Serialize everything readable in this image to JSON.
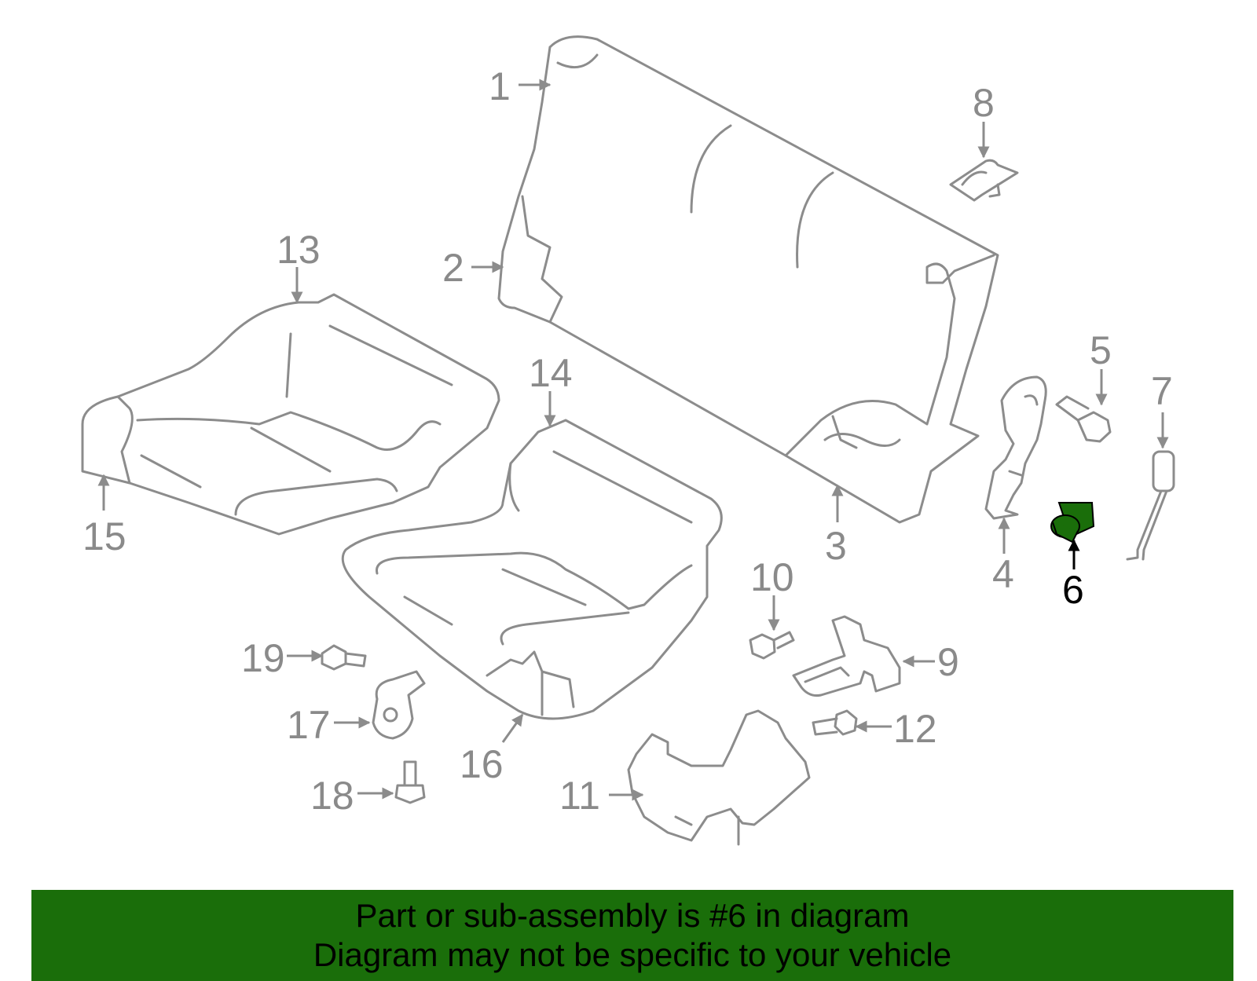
{
  "diagram": {
    "highlight_color": "#1a6e0a",
    "labels": [
      {
        "id": "1",
        "text": "1"
      },
      {
        "id": "2",
        "text": "2"
      },
      {
        "id": "3",
        "text": "3"
      },
      {
        "id": "4",
        "text": "4"
      },
      {
        "id": "5",
        "text": "5"
      },
      {
        "id": "6",
        "text": "6"
      },
      {
        "id": "7",
        "text": "7"
      },
      {
        "id": "8",
        "text": "8"
      },
      {
        "id": "9",
        "text": "9"
      },
      {
        "id": "10",
        "text": "10"
      },
      {
        "id": "11",
        "text": "11"
      },
      {
        "id": "12",
        "text": "12"
      },
      {
        "id": "13",
        "text": "13"
      },
      {
        "id": "14",
        "text": "14"
      },
      {
        "id": "15",
        "text": "15"
      },
      {
        "id": "16",
        "text": "16"
      },
      {
        "id": "17",
        "text": "17"
      },
      {
        "id": "18",
        "text": "18"
      },
      {
        "id": "19",
        "text": "19"
      }
    ]
  },
  "banner": {
    "line1": "Part or sub-assembly is #6 in diagram",
    "line2": "Diagram may not be specific to your vehicle"
  }
}
